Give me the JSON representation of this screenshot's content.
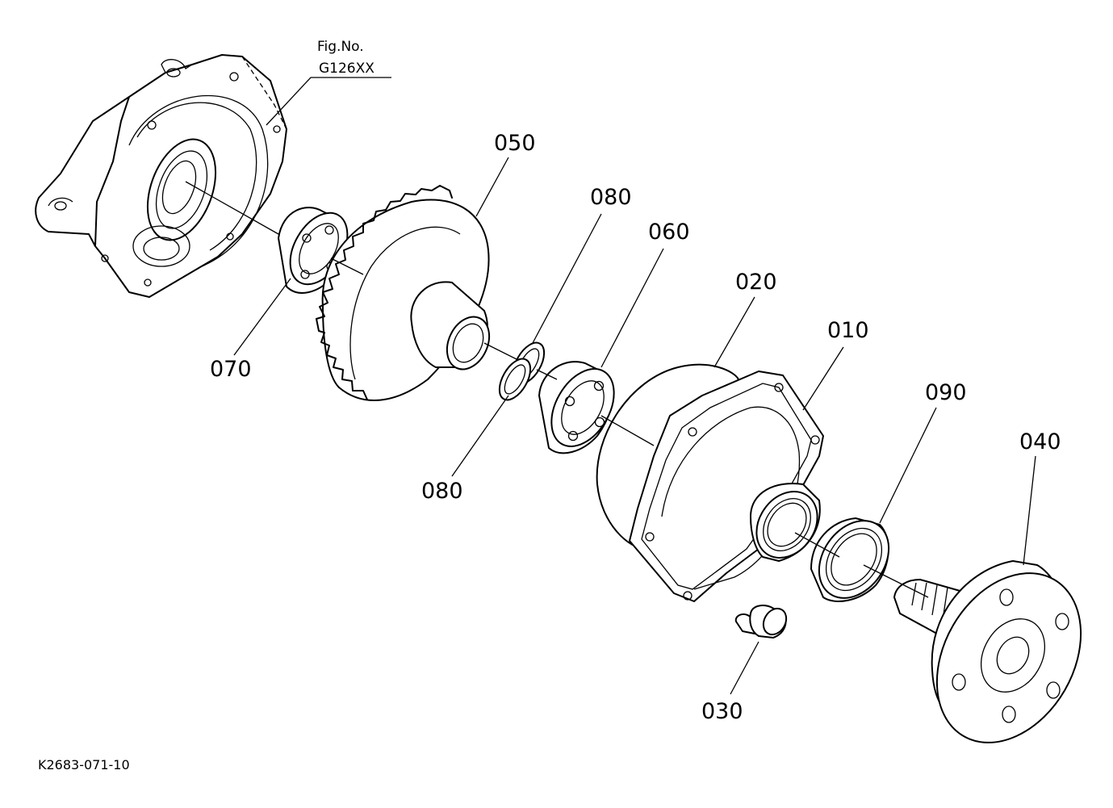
{
  "figure_ref": {
    "line1": "Fig.No.",
    "line2": "G126XX"
  },
  "callouts": {
    "p050": "050",
    "p080_top": "080",
    "p060": "060",
    "p020": "020",
    "p010": "010",
    "p090": "090",
    "p040": "040",
    "p070": "070",
    "p080_bottom": "080",
    "p030": "030"
  },
  "drawing_code": "K2683-071-10"
}
